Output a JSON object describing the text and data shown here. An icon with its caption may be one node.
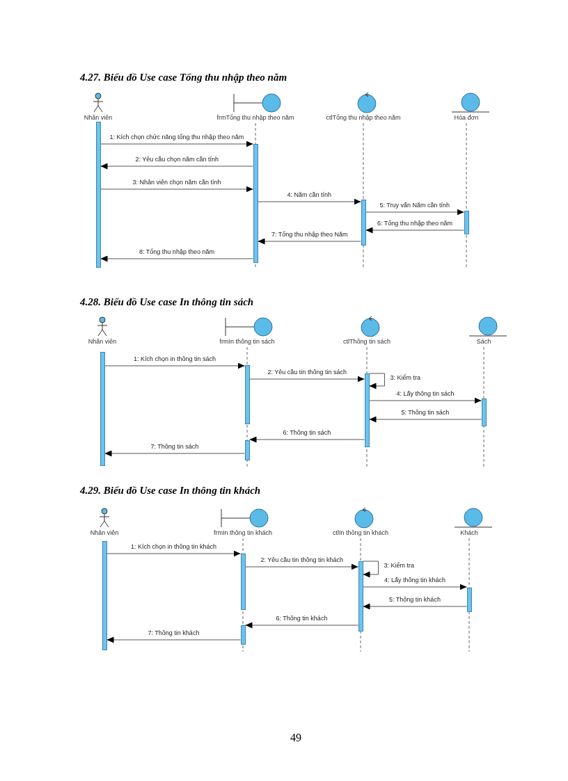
{
  "diagram": {
    "nodes": [
      {
        "text": [
          "Nhân viên"
        ]
      },
      {
        "text": [
          "frmTổng thu nhập theo năm"
        ]
      },
      {
        "text": [
          "ctlTổng thu nhập theo năm"
        ]
      },
      {
        "text": [
          "Hóa đơn"
        ]
      },
      {
        "text": [],
        "shape": "bar"
      },
      {
        "text": [],
        "shape": "bar"
      },
      {
        "text": [],
        "shape": "bar"
      },
      {
        "text": [],
        "shape": "bar"
      },
      {
        "text": [
          "Nhân viên"
        ]
      },
      {
        "text": [
          "frmIn thông tin sách"
        ]
      },
      {
        "text": [
          "ctlThông tin sách"
        ]
      },
      {
        "text": [
          "Sách"
        ]
      },
      {
        "text": [],
        "shape": "bar"
      },
      {
        "text": [],
        "shape": "bar"
      },
      {
        "text": [],
        "shape": "bar"
      },
      {
        "text": [],
        "shape": "bar"
      },
      {
        "text": [],
        "shape": "bar"
      },
      {
        "text": [
          "Nhân viên"
        ]
      },
      {
        "text": [
          "frmIn thông tin khách"
        ]
      },
      {
        "text": [
          "ctlIn thông tin khách"
        ]
      },
      {
        "text": [
          "Khách"
        ]
      },
      {
        "text": [],
        "shape": "bar"
      },
      {
        "text": [],
        "shape": "bar"
      },
      {
        "text": [],
        "shape": "bar"
      },
      {
        "text": [],
        "shape": "bar"
      },
      {
        "text": [],
        "shape": "bar"
      }
    ],
    "edges": [
      {
        "from": 4,
        "to": 5,
        "arrow": "to",
        "label": "1: Kích chọn chức năng tổng thu nhập theo năm"
      },
      {
        "from": 5,
        "to": 4,
        "arrow": "to",
        "label": "2: Yêu cầu chọn năm cần tính"
      },
      {
        "from": 4,
        "to": 5,
        "arrow": "to",
        "label": "3: Nhân viên chọn năm cần tính"
      },
      {
        "from": 5,
        "to": 6,
        "arrow": "to",
        "label": "4: Năm cần tính"
      },
      {
        "from": 6,
        "to": 7,
        "arrow": "to",
        "label": "5: Truy vấn Năm cần tính"
      },
      {
        "from": 7,
        "to": 6,
        "arrow": "to",
        "label": "6: Tổng thu nhập theo năm"
      },
      {
        "from": 6,
        "to": 5,
        "arrow": "to",
        "label": "7: Tổng thu nhập theo Năm"
      },
      {
        "from": 5,
        "to": 4,
        "arrow": "to",
        "label": "8: Tổng thu nhập theo năm"
      },
      {
        "from": 12,
        "to": 13,
        "arrow": "to",
        "label": "1: Kích chọn in thông tin sách"
      },
      {
        "from": 13,
        "to": 15,
        "arrow": "to",
        "label": "2: Yêu cầu tin thông tin sách"
      },
      {
        "from": 15,
        "to": 15,
        "arrow": "to",
        "label": "3: Kiểm tra"
      },
      {
        "from": 15,
        "to": 16,
        "arrow": "to",
        "label": "4: Lấy thông tin sách"
      },
      {
        "from": 16,
        "to": 15,
        "arrow": "to",
        "label": "5: Thông tin sách"
      },
      {
        "from": 15,
        "to": 14,
        "arrow": "to",
        "label": "6: Thông tin sách"
      },
      {
        "from": 14,
        "to": 12,
        "arrow": "to",
        "label": "7: Thông tin sách"
      },
      {
        "from": 21,
        "to": 22,
        "arrow": "to",
        "label": "1: Kích chọn in thông tin khách"
      },
      {
        "from": 22,
        "to": 24,
        "arrow": "to",
        "label": "2: Yêu cầu tin thông tin khách"
      },
      {
        "from": 24,
        "to": 24,
        "arrow": "to",
        "label": "3: Kiểm tra"
      },
      {
        "from": 24,
        "to": 25,
        "arrow": "to",
        "label": "4: Lấy thông tin khách"
      },
      {
        "from": 25,
        "to": 24,
        "arrow": "to",
        "label": "5: Thông tin khách"
      },
      {
        "from": 24,
        "to": 23,
        "arrow": "to",
        "label": "6: Thông tin khách"
      },
      {
        "from": 23,
        "to": 21,
        "arrow": "to",
        "label": "7: Thông tin khách"
      }
    ],
    "labels": [
      "4.27. Biểu đồ Use case Tổng thu nhập theo năm",
      "4.28. Biểu đồ Use case In thông tin sách",
      "4.29. Biểu đồ Use case In thông tin khách",
      "49"
    ]
  }
}
